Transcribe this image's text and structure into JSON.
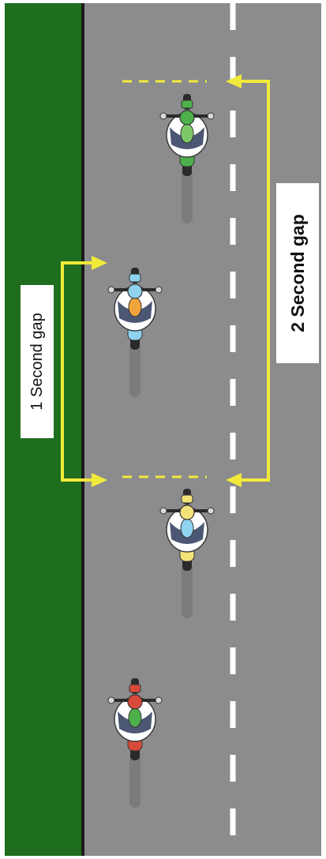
{
  "diagram": {
    "labels": {
      "gap_one": "1 Second gap",
      "gap_two": "2 Second gap"
    },
    "colors": {
      "grass": "#1f6e1f",
      "road": "#8c8c8e",
      "road_edge_line": "#1a1a1a",
      "lane_marking": "#ffffff",
      "arrow": "#f2ea3a",
      "label_box": "#ffffff",
      "label_text": "#111111",
      "background": "#ffffff"
    },
    "motorcycles": [
      {
        "name": "motorcycle-green",
        "accent": "#4db04a",
        "tank": "#7ec86a",
        "rider": "#ffffff",
        "lane": "right"
      },
      {
        "name": "motorcycle-blue",
        "accent": "#8fd3f0",
        "tank": "#f0a43a",
        "rider": "#ffffff",
        "lane": "left"
      },
      {
        "name": "motorcycle-yellow",
        "accent": "#f3e27a",
        "tank": "#8fd3f0",
        "rider": "#ffffff",
        "lane": "right"
      },
      {
        "name": "motorcycle-red",
        "accent": "#d94a3a",
        "tank": "#4db04a",
        "rider": "#ffffff",
        "lane": "left"
      }
    ]
  }
}
